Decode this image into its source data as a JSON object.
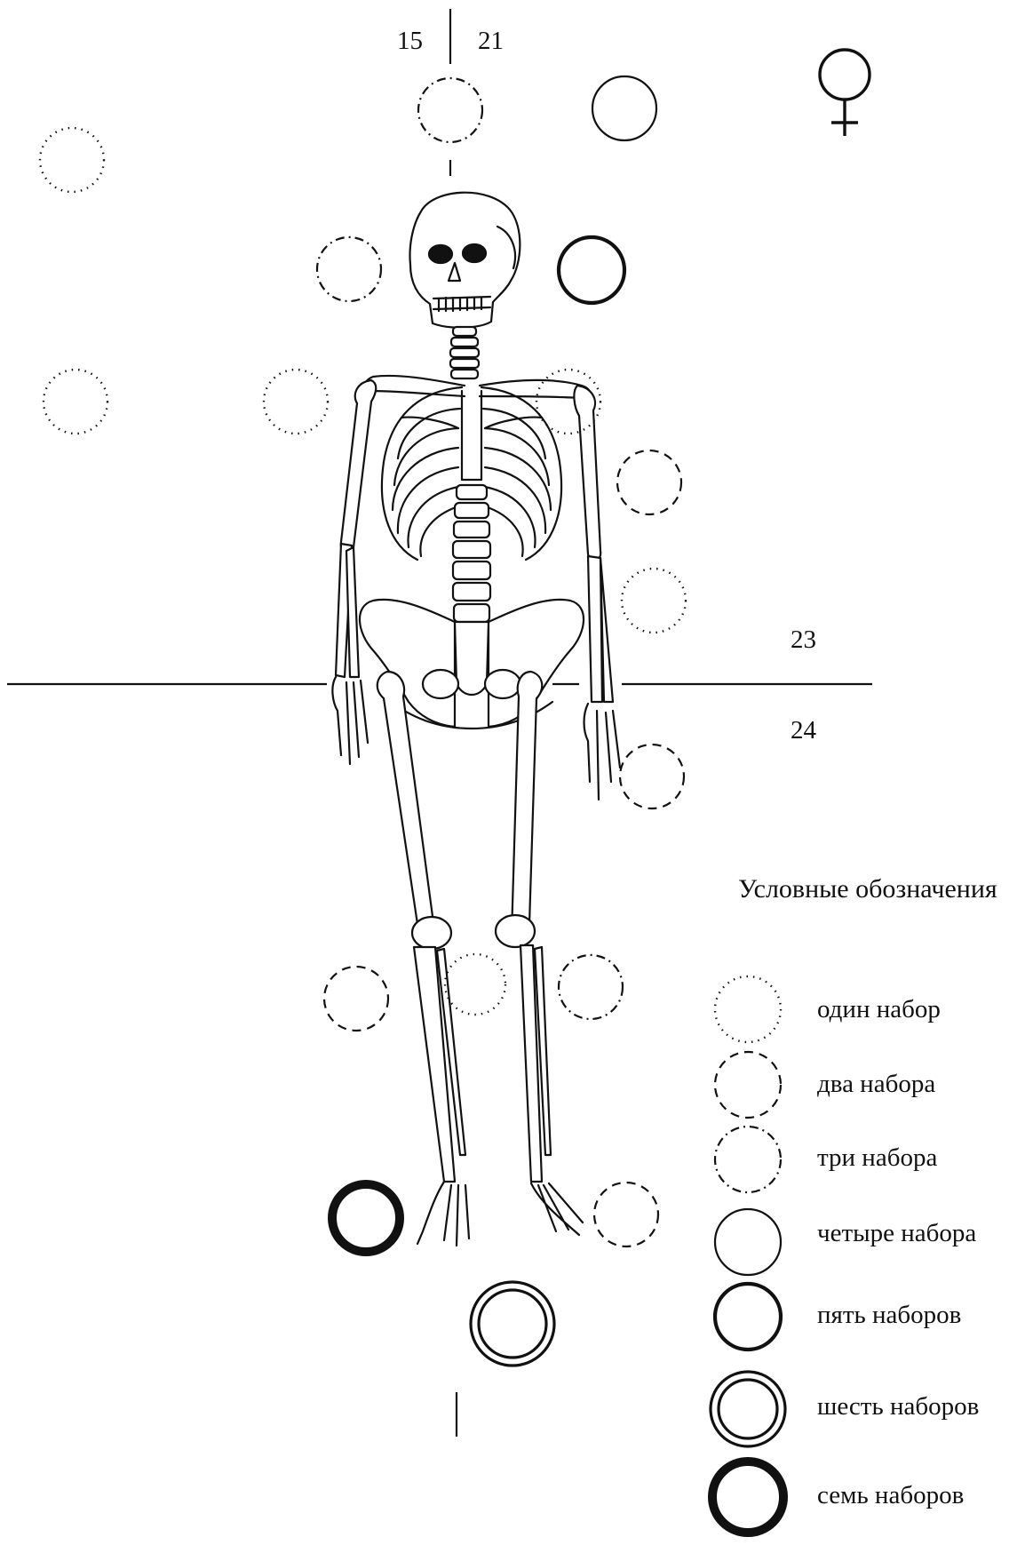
{
  "grid_labels": {
    "top_left": "15",
    "top_right": "21",
    "mid_upper": "23",
    "mid_lower": "24"
  },
  "sex_symbol": "♀",
  "legend": {
    "title": "Условные обозначения",
    "items": [
      {
        "style": "dotted",
        "label": "один набор"
      },
      {
        "style": "dashed",
        "label": "два набора"
      },
      {
        "style": "dashdot",
        "label": "три набора"
      },
      {
        "style": "solid-thin",
        "label": "четыре набора"
      },
      {
        "style": "solid-medium",
        "label": "пять наборов"
      },
      {
        "style": "double",
        "label": "шесть наборов"
      },
      {
        "style": "solid-bold",
        "label": "семь наборов"
      }
    ]
  },
  "find_markers": [
    {
      "style": "dashdot",
      "id": "above-skull"
    },
    {
      "style": "solid-thin",
      "id": "right-of-top"
    },
    {
      "style": "dotted",
      "id": "far-left-top"
    },
    {
      "style": "dashdot",
      "id": "left-of-skull"
    },
    {
      "style": "solid-medium",
      "id": "right-of-skull"
    },
    {
      "style": "dotted",
      "id": "far-left-chest"
    },
    {
      "style": "dotted",
      "id": "left-chest"
    },
    {
      "style": "dotted",
      "id": "right-shoulder"
    },
    {
      "style": "dashed",
      "id": "right-chest"
    },
    {
      "style": "dotted",
      "id": "right-hip"
    },
    {
      "style": "dashed",
      "id": "right-hand"
    },
    {
      "style": "dashed",
      "id": "left-knee"
    },
    {
      "style": "dotted",
      "id": "between-knees"
    },
    {
      "style": "dashdot",
      "id": "right-knee"
    },
    {
      "style": "solid-bold",
      "id": "left-foot"
    },
    {
      "style": "dashed",
      "id": "right-foot"
    },
    {
      "style": "double",
      "id": "below-feet"
    }
  ]
}
